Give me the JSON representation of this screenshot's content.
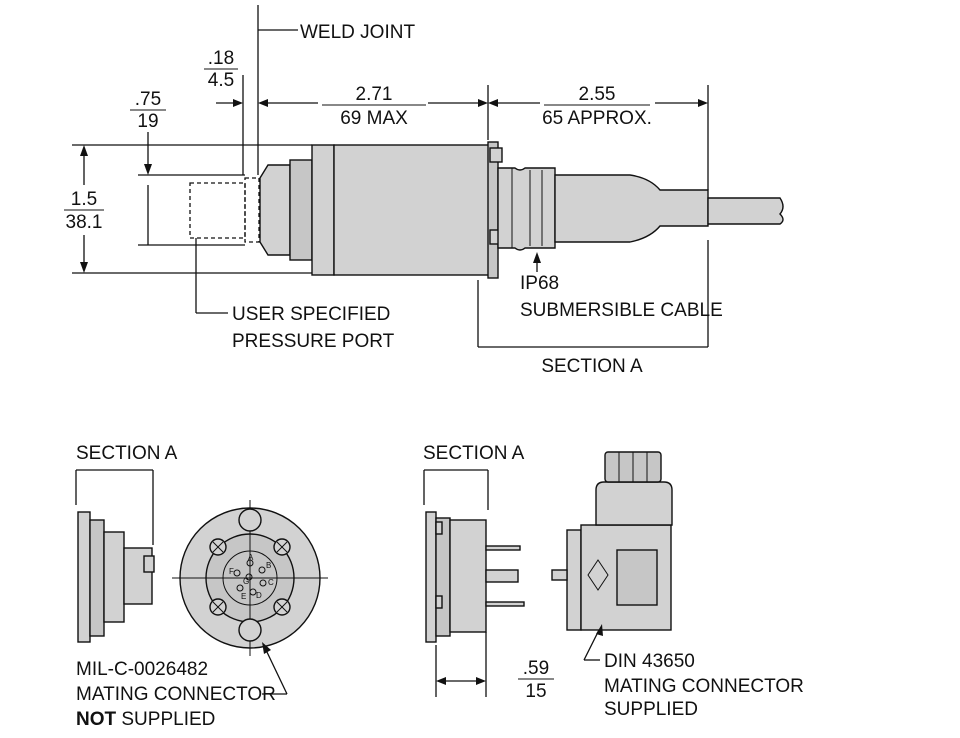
{
  "top_view": {
    "weld_joint": "WELD JOINT",
    "dim_port_width": {
      "inch": ".18",
      "mm": "4.5"
    },
    "dim_port_depth": {
      "inch": ".75",
      "mm": "19"
    },
    "dim_body_length": {
      "inch": "2.71",
      "mm": "69 MAX"
    },
    "dim_cable_length": {
      "inch": "2.55",
      "mm": "65 APPROX."
    },
    "dim_diameter": {
      "inch": "1.5",
      "mm": "38.1"
    },
    "ip68_line1": "IP68",
    "ip68_line2": "SUBMERSIBLE CABLE",
    "port_line1": "USER SPECIFIED",
    "port_line2": "PRESSURE PORT",
    "section_label": "SECTION A"
  },
  "left_detail": {
    "section_label": "SECTION A",
    "connector_line1": "MIL-C-0026482",
    "connector_line2": "MATING CONNECTOR",
    "not_word": "NOT",
    "supplied_word": " SUPPLIED",
    "pin_labels": [
      "A",
      "B",
      "C",
      "D",
      "E",
      "F",
      "G"
    ]
  },
  "right_detail": {
    "section_label": "SECTION A",
    "dim_depth": {
      "inch": ".59",
      "mm": "15"
    },
    "connector_line1": "DIN 43650",
    "connector_line2": "MATING CONNECTOR",
    "connector_line3": "SUPPLIED"
  }
}
